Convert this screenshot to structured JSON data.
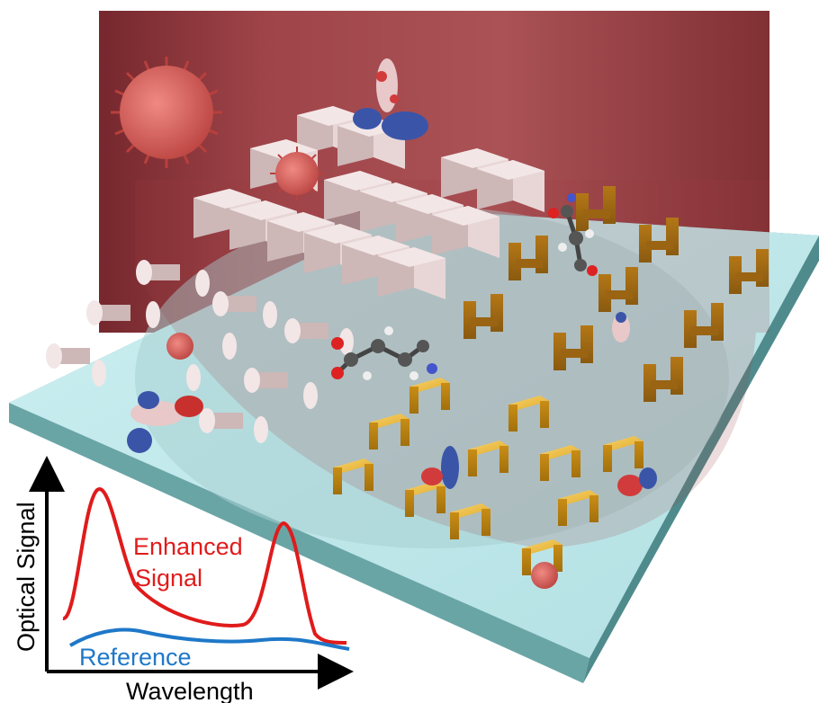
{
  "graph": {
    "y_axis_label": "Optical Signal",
    "x_axis_label": "Wavelength",
    "enhanced_label_line1": "Enhanced",
    "enhanced_label_line2": "Signal",
    "reference_label": "Reference"
  },
  "colors": {
    "laser_beam": "#8e2f33",
    "substrate_top": "#bfe8ea",
    "substrate_side": "#6fa7a8",
    "dielectric_block": "#e9d7d7",
    "gold_nanostructure": "#e7b43a",
    "enhanced_curve": "#e01b1b",
    "reference_curve": "#1f78c8",
    "virus": "#d65a55"
  },
  "icons": [
    "virus-icon",
    "antibody-icon",
    "molecule-icon"
  ]
}
